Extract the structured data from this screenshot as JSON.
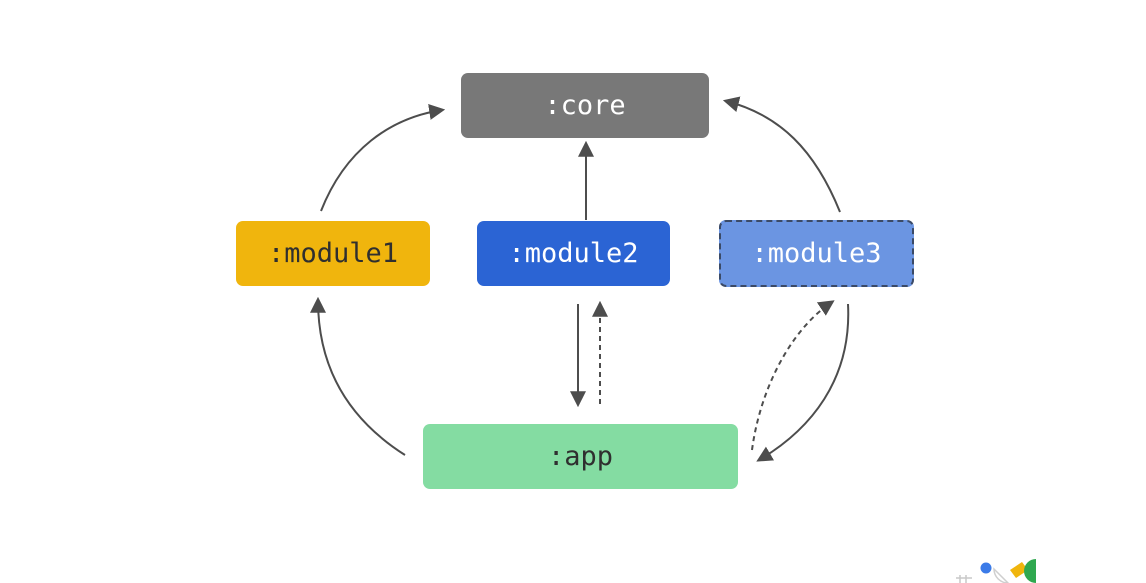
{
  "colors": {
    "core": "#787878",
    "module1": "#f0b50d",
    "module2": "#2b64d4",
    "module3": "#6b95e2",
    "app": "#84dca2",
    "arrow": "#4d4d4d",
    "text_light": "#ffffff",
    "text_dark": "#2f2f2f"
  },
  "nodes": {
    "core": {
      "label": ":core"
    },
    "module1": {
      "label": ":module1"
    },
    "module2": {
      "label": ":module2"
    },
    "module3": {
      "label": ":module3",
      "border_style": "dashed"
    },
    "app": {
      "label": ":app"
    }
  },
  "edges": [
    {
      "from": "module1",
      "to": "core",
      "style": "solid"
    },
    {
      "from": "module2",
      "to": "core",
      "style": "solid"
    },
    {
      "from": "module3",
      "to": "core",
      "style": "solid"
    },
    {
      "from": "app",
      "to": "module1",
      "style": "solid"
    },
    {
      "from": "module2",
      "to": "app",
      "style": "solid"
    },
    {
      "from": "app",
      "to": "module2",
      "style": "dashed"
    },
    {
      "from": "module3",
      "to": "app",
      "style": "solid"
    },
    {
      "from": "app",
      "to": "module3",
      "style": "dashed"
    }
  ],
  "logo": {
    "icon": "brand-shapes-icon"
  }
}
